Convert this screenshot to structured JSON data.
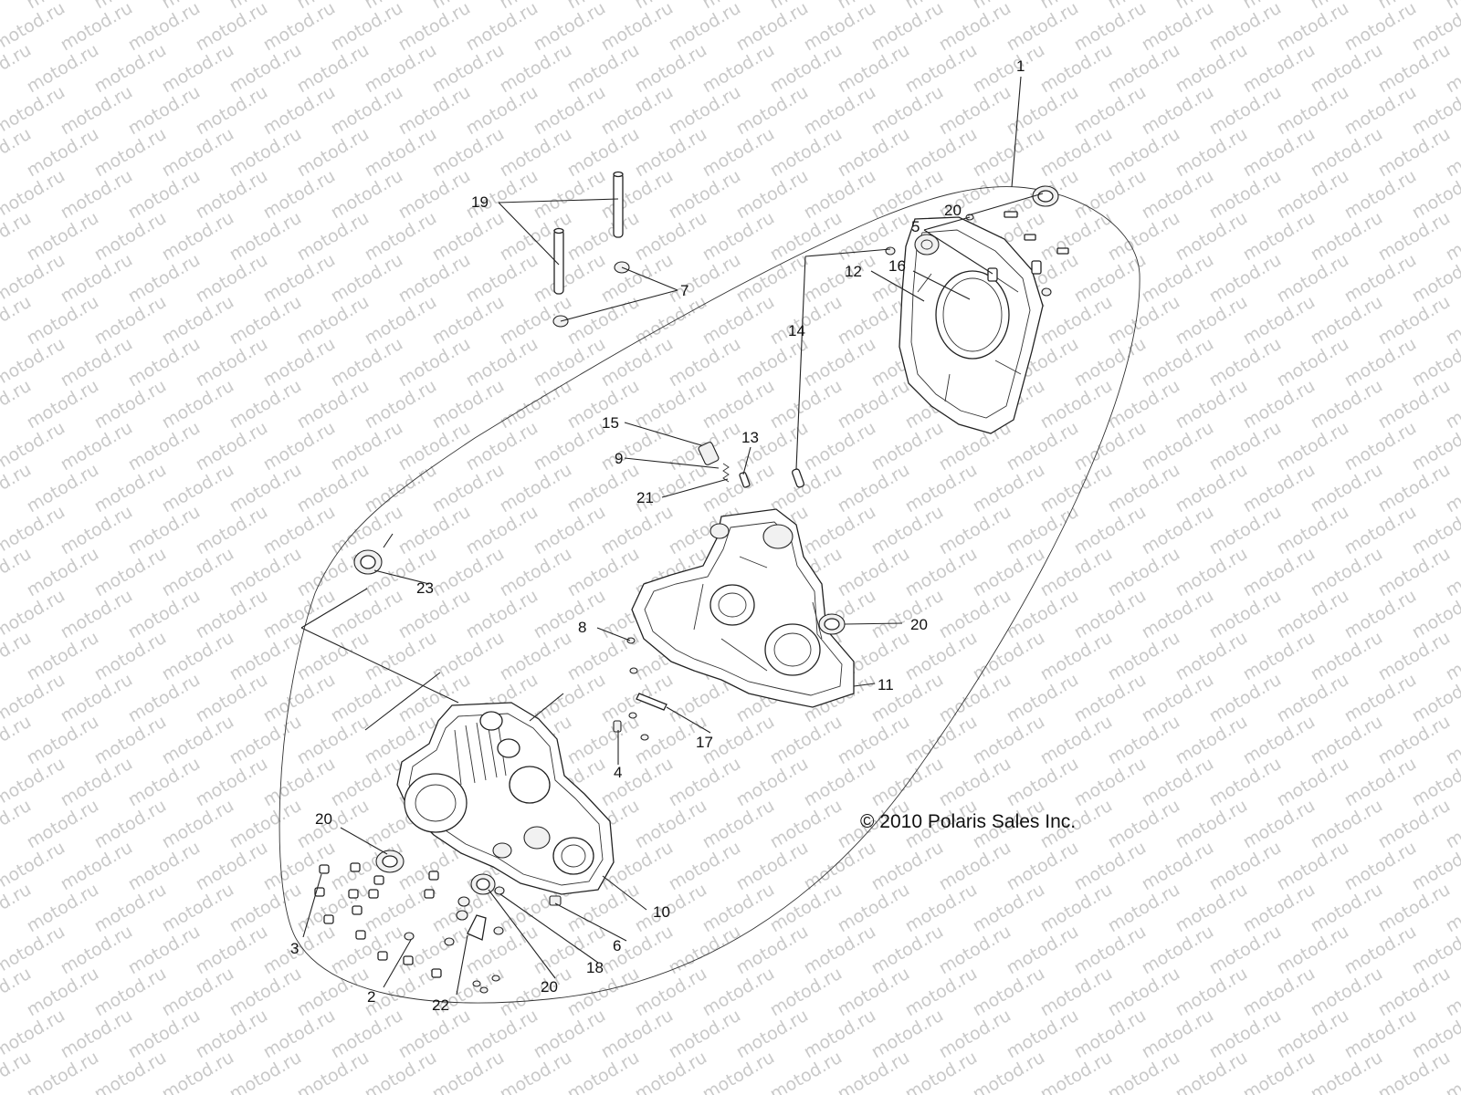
{
  "watermark": {
    "text": "motod.ru"
  },
  "copyright": "© 2010 Polaris Sales Inc.",
  "callouts": {
    "c1": "1",
    "c2": "2",
    "c3": "3",
    "c4": "4",
    "c5": "5",
    "c6": "6",
    "c7": "7",
    "c8": "8",
    "c9": "9",
    "c10": "10",
    "c11": "11",
    "c12": "12",
    "c13": "13",
    "c14": "14",
    "c15": "15",
    "c16": "16",
    "c17": "17",
    "c18": "18",
    "c19": "19",
    "c20a": "20",
    "c20b": "20",
    "c20c": "20",
    "c20d": "20",
    "c21": "21",
    "c22": "22",
    "c23": "23"
  },
  "colors": {
    "line": "#222222",
    "watermark": "#c9c9c9",
    "background": "#ffffff"
  }
}
